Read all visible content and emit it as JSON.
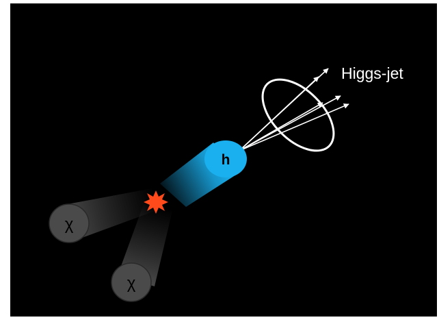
{
  "diagram": {
    "jet_label": "Higgs-jet",
    "higgs_label": "h",
    "particle_a_label": "χ",
    "particle_b_label": "χ"
  },
  "colors": {
    "background": "#000000",
    "higgs": "#1ab0ef",
    "chi": "#4a4a4a",
    "vertex": "#ff4a1c",
    "jet": "#ffffff"
  }
}
